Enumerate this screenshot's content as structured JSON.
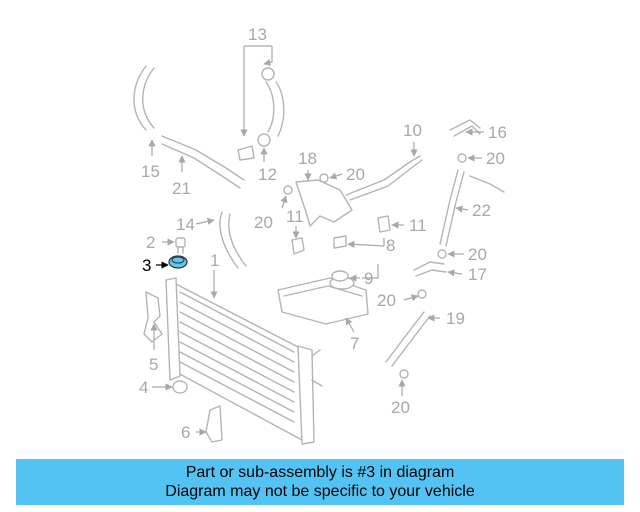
{
  "diagram": {
    "highlight_color": "#5bc8ef",
    "callouts": {
      "c1": "1",
      "c2": "2",
      "c3": "3",
      "c4": "4",
      "c5": "5",
      "c6": "6",
      "c7": "7",
      "c8": "8",
      "c9": "9",
      "c10": "10",
      "c11a": "11",
      "c11b": "11",
      "c12": "12",
      "c13": "13",
      "c14": "14",
      "c15": "15",
      "c16": "16",
      "c17": "17",
      "c18": "18",
      "c19": "19",
      "c20a": "20",
      "c20b": "20",
      "c20c": "20",
      "c20d": "20",
      "c20e": "20",
      "c20f": "20",
      "c21": "21",
      "c22": "22"
    }
  },
  "footer": {
    "line1": "Part or sub-assembly is #3 in diagram",
    "line2": "Diagram may not be specific to your vehicle",
    "background": "#53c3f3"
  }
}
